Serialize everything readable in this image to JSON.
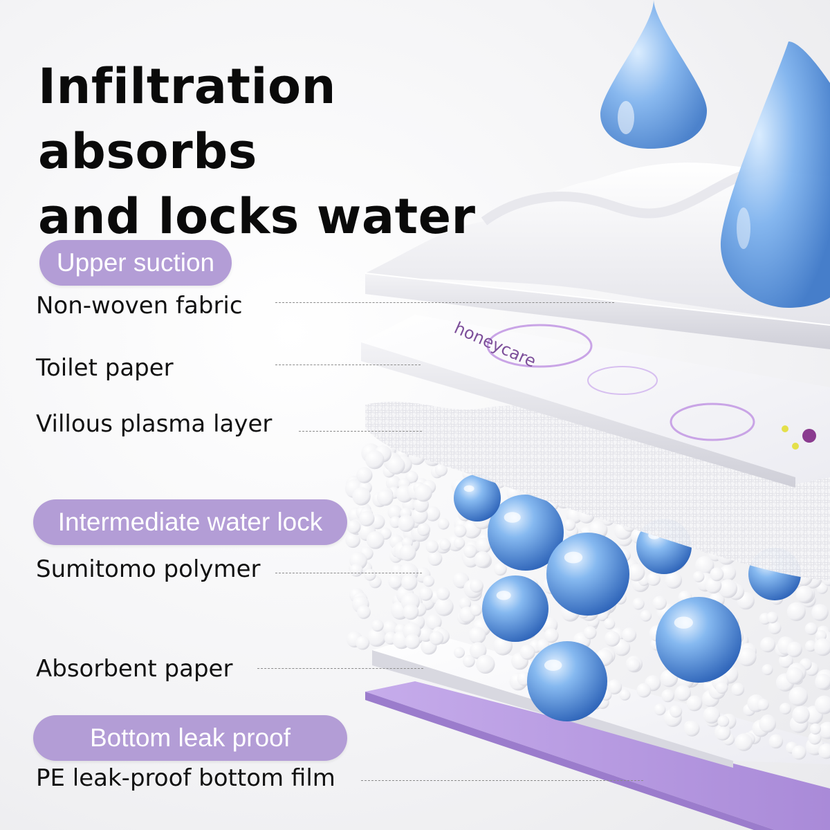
{
  "title": {
    "line1": "Infiltration absorbs",
    "line2": "and locks water"
  },
  "sections": [
    {
      "heading": "Upper suction",
      "items": [
        "Non-woven fabric",
        "Toilet paper",
        "Villous plasma layer"
      ]
    },
    {
      "heading": "Intermediate water lock",
      "items": [
        "Sumitomo polymer",
        "Absorbent paper"
      ]
    },
    {
      "heading": "Bottom leak proof",
      "items": [
        "PE leak-proof bottom film"
      ]
    }
  ],
  "brand_print": "honeycare",
  "colors": {
    "pill": "#b39dd6",
    "film": "#c3a8e8",
    "droplet": "#5e9be0",
    "text": "#111111"
  }
}
